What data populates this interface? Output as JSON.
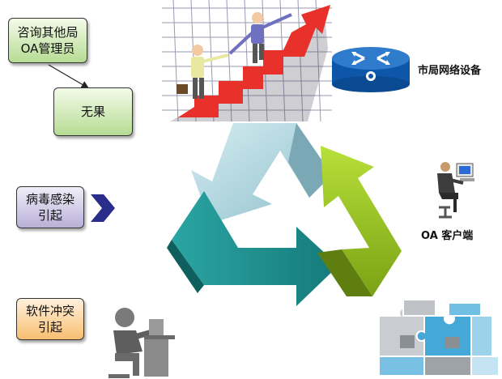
{
  "boxes": {
    "consult": "咨询其他局\nOA管理员",
    "no_result": "无果",
    "virus": "病毒感染\n引起",
    "software": "软件冲突\n引起"
  },
  "labels": {
    "network": "市局网络设备",
    "client": "OA 客户端"
  },
  "colors": {
    "arrow_light_blue": "#a8d4de",
    "arrow_teal": "#1f8d8c",
    "arrow_green": "#9bc723",
    "chevron": "#2b2d8a"
  }
}
